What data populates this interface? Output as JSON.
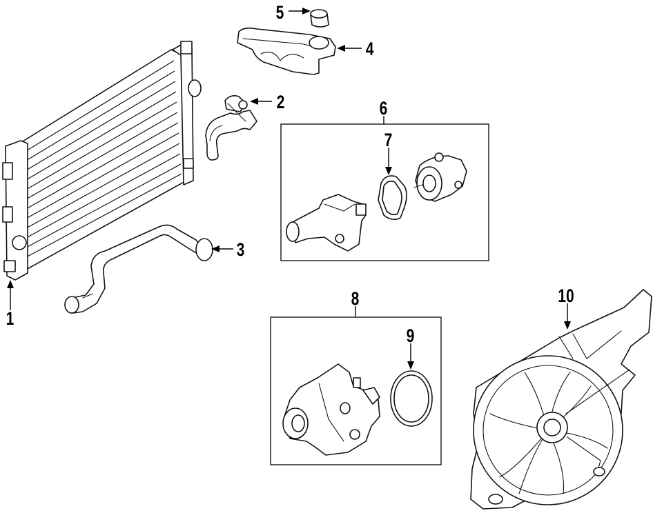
{
  "callouts": {
    "c1": "1",
    "c2": "2",
    "c3": "3",
    "c4": "4",
    "c5": "5",
    "c6": "6",
    "c7": "7",
    "c8": "8",
    "c9": "9",
    "c10": "10"
  },
  "colors": {
    "line": "#111111",
    "background": "#ffffff"
  }
}
